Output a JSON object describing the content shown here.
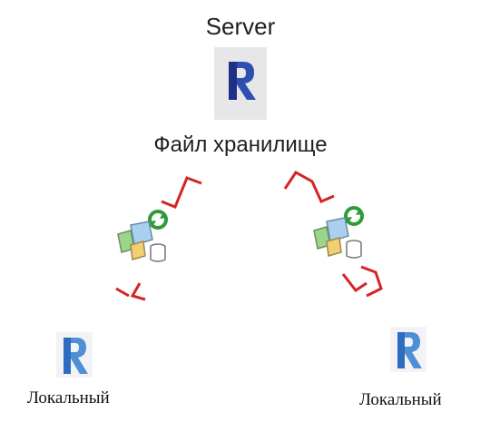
{
  "server": {
    "label": "Server"
  },
  "central_file": {
    "label": "Файл хранилище",
    "icon": "revit-central-icon"
  },
  "sync_nodes": [
    {
      "icon": "synchronize-with-central-icon"
    },
    {
      "icon": "synchronize-with-central-icon"
    }
  ],
  "local_files": [
    {
      "label": "Локальный",
      "icon": "revit-local-icon"
    },
    {
      "label": "Локальный",
      "icon": "revit-local-icon"
    }
  ],
  "colors": {
    "arrow": "#d42525",
    "revit_logo": "#2f4fb0",
    "revit_logo_light": "#4f8fd6",
    "sync_green": "#2e9b3a",
    "tile_bg": "#e7e7ea"
  }
}
